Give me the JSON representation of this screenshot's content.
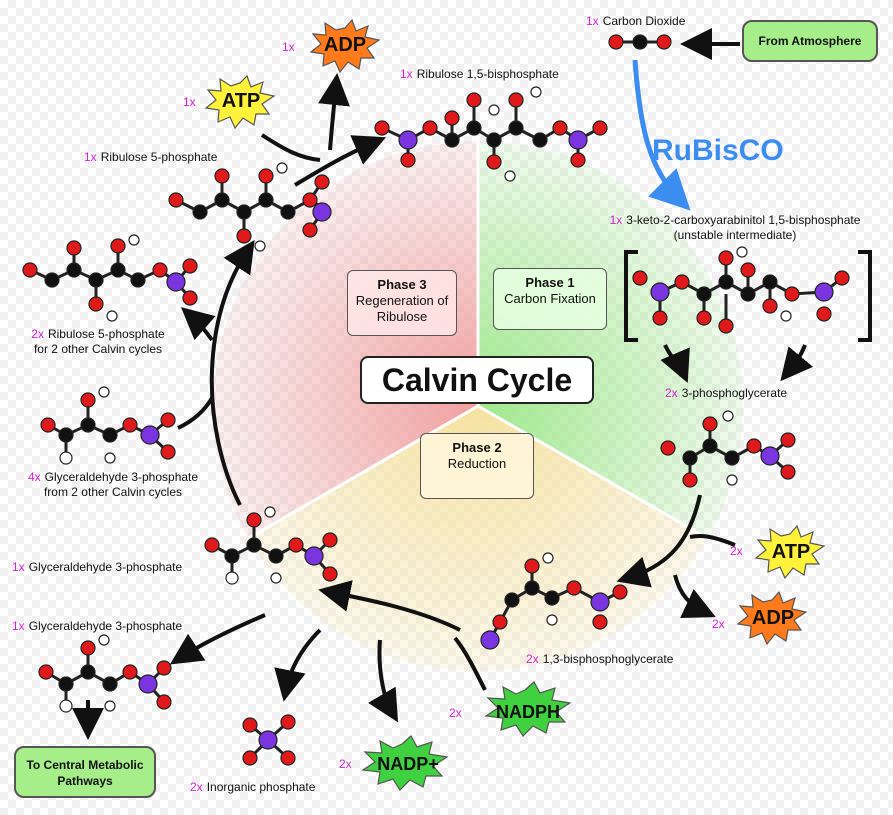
{
  "title": "Calvin Cycle",
  "enzyme": "RuBisCO",
  "phases": [
    {
      "name": "Phase 1",
      "desc": "Carbon Fixation"
    },
    {
      "name": "Phase 2",
      "desc": "Reduction"
    },
    {
      "name": "Phase 3",
      "desc": "Regeneration of Ribulose"
    }
  ],
  "boxes": {
    "atmosphere": "From Atmosphere",
    "central": "To Central Metabolic Pathways"
  },
  "labels": {
    "co2": {
      "count": "1x",
      "text": "Carbon Dioxide"
    },
    "rubp": {
      "count": "1x",
      "text": "Ribulose 1,5-bisphosphate"
    },
    "r5p": {
      "count": "1x",
      "text": "Ribulose 5-phosphate"
    },
    "r5p_other_count": "2x",
    "r5p_other_line1": "Ribulose 5-phosphate",
    "r5p_other_line2": "for 2 other Calvin cycles",
    "intermediate_count": "1x",
    "intermediate_line1": "3-keto-2-carboxyarabinitol 1,5-bisphosphate",
    "intermediate_line2": "(unstable intermediate)",
    "pga": {
      "count": "2x",
      "text": "3-phosphoglycerate"
    },
    "g3p_other_count": "4x",
    "g3p_other_line1": "Glyceraldehyde 3-phosphate",
    "g3p_other_line2": "from 2 other Calvin cycles",
    "g3p_a": {
      "count": "1x",
      "text": "Glyceraldehyde 3-phosphate"
    },
    "g3p_b": {
      "count": "1x",
      "text": "Glyceraldehyde 3-phosphate"
    },
    "bpg": {
      "count": "2x",
      "text": "1,3-bisphosphoglycerate"
    },
    "pi": {
      "count": "2x",
      "text": "Inorganic phosphate"
    }
  },
  "cofactors": {
    "adp_top": {
      "count": "1x",
      "text": "ADP"
    },
    "atp_top": {
      "count": "1x",
      "text": "ATP"
    },
    "atp_right": {
      "count": "2x",
      "text": "ATP"
    },
    "adp_right": {
      "count": "2x",
      "text": "ADP"
    },
    "nadph": {
      "count": "2x",
      "text": "NADPH"
    },
    "nadp": {
      "count": "2x",
      "text": "NADP+"
    }
  },
  "colors": {
    "phase1": "#9fe88c",
    "phase2": "#f6e2a0",
    "phase3": "#f0a0a0",
    "carbon": "#111111",
    "oxygen": "#e01a1a",
    "phosphorus": "#7a35e0",
    "hydrogen": "#ffffff",
    "atp_burst": "#fff23a",
    "adp_burst": "#ff7a1a",
    "nadph_burst": "#3fd13f",
    "rubisco_arrow": "#3b8ef0",
    "count_text": "#d21fd2"
  }
}
